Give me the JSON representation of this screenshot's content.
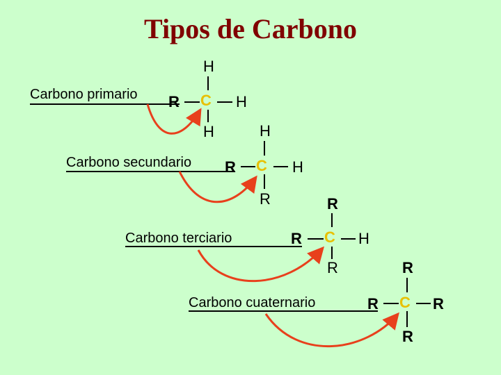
{
  "title": "Tipos de Carbono",
  "colors": {
    "background": "#ccffcc",
    "title": "#800000",
    "carbon": "#e8c000",
    "arrow": "#e8401c"
  },
  "groups": [
    {
      "label": "Carbono primario",
      "left": "R",
      "center": "C",
      "right": "H",
      "top": "H",
      "bottom": "H"
    },
    {
      "label": "Carbono secundario",
      "left": "R",
      "center": "C",
      "right": "H",
      "top": "H",
      "bottom": "R"
    },
    {
      "label": "Carbono terciario",
      "left": "R",
      "center": "C",
      "right": "H",
      "top": "R",
      "bottom": "R"
    },
    {
      "label": "Carbono cuaternario",
      "left": "R",
      "center": "C",
      "right": "R",
      "top": "R",
      "bottom": "R"
    }
  ]
}
